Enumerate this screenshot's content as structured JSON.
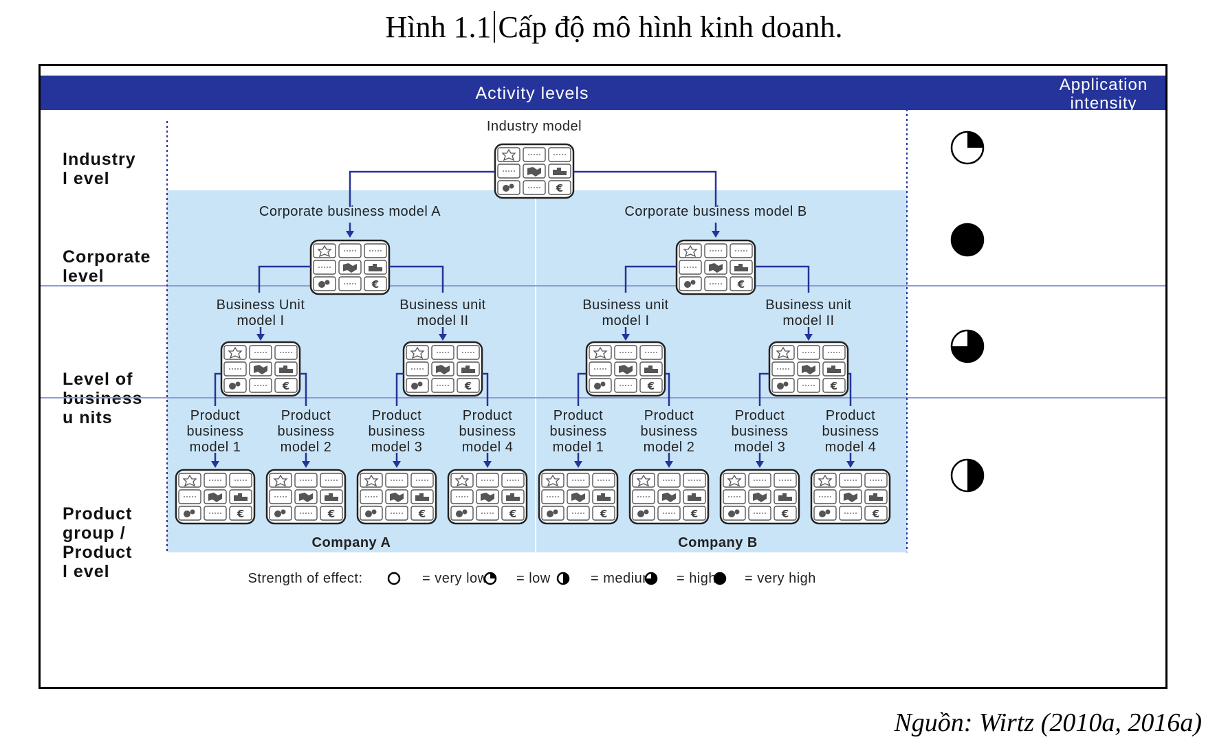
{
  "caption": {
    "prefix": "Hình 1.1",
    "title": "Cấp độ mô hình kinh doanh."
  },
  "header": {
    "activity_levels": "Activity levels",
    "application_intensity": "Application intensity"
  },
  "levels": [
    {
      "label": "Industry\nl evel",
      "intensity": "low"
    },
    {
      "label": "Corporate\nlevel",
      "intensity": "very high"
    },
    {
      "label": "Level of\nbusiness\nu nits",
      "intensity": "high"
    },
    {
      "label": "Product\ngroup /\nProduct\nl evel",
      "intensity": "medium"
    }
  ],
  "industry_model": "Industry model",
  "corporate_models": [
    "Corporate business model A",
    "Corporate business model B"
  ],
  "business_units": [
    [
      "Business Unit",
      "model I"
    ],
    [
      "Business unit",
      "model II"
    ],
    [
      "Business unit",
      "model I"
    ],
    [
      "Business unit",
      "model II"
    ]
  ],
  "product_models": [
    [
      "Product",
      "business",
      "model 1"
    ],
    [
      "Product",
      "business",
      "model 2"
    ],
    [
      "Product",
      "business",
      "model 3"
    ],
    [
      "Product",
      "business",
      "model 4"
    ],
    [
      "Product",
      "business",
      "model 1"
    ],
    [
      "Product",
      "business",
      "model 2"
    ],
    [
      "Product",
      "business",
      "model 3"
    ],
    [
      "Product",
      "business",
      "model 4"
    ]
  ],
  "companies": [
    "Company A",
    "Company B"
  ],
  "legend": {
    "title": "Strength of effect:",
    "items": [
      {
        "level": "very low",
        "label": "= very low"
      },
      {
        "level": "low",
        "label": "= low"
      },
      {
        "level": "medium",
        "label": "= medium"
      },
      {
        "level": "high",
        "label": "= high"
      },
      {
        "level": "very high",
        "label": "= very high"
      }
    ]
  },
  "source": "Nguồn: Wirtz (2010a, 2016a)",
  "colors": {
    "header": "#25349a",
    "panel": "#c9e4f7",
    "line": "#25349a",
    "divider": "#8f9ad6"
  }
}
